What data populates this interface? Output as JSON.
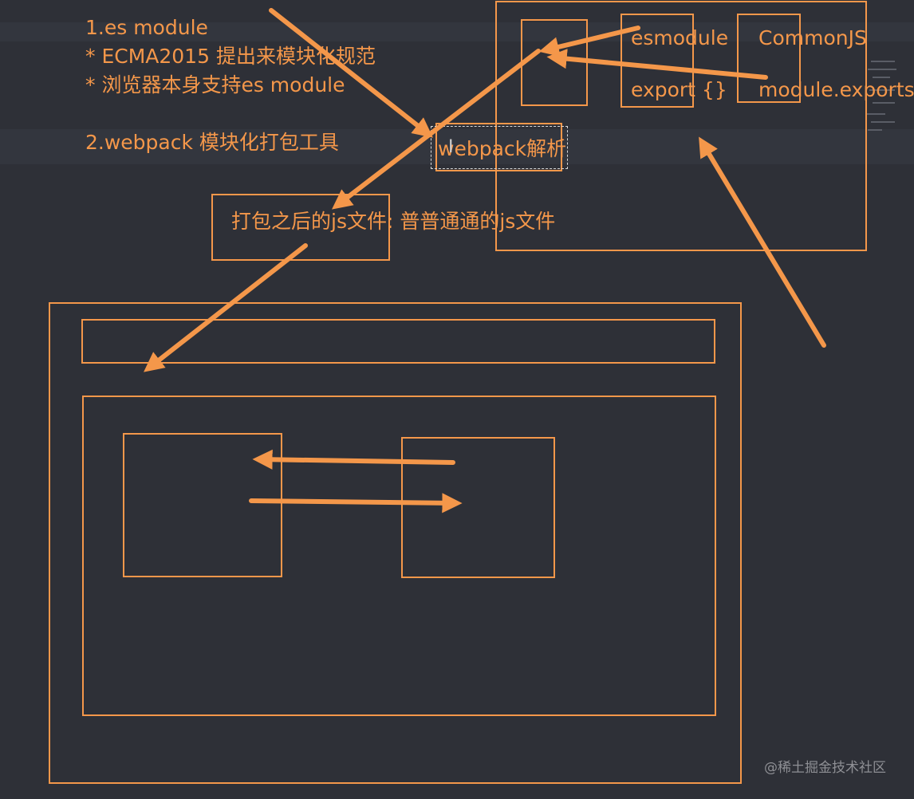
{
  "notes": {
    "line1": "1.es module",
    "line2": "* ECMA2015 提出来模块化规范",
    "line3": "* 浏览器本身支持es module",
    "line4": "2.webpack 模块化打包工具"
  },
  "top_diagram": {
    "esmodule_label": "esmodule",
    "export_label": "export {}",
    "commonjs_label": "CommonJS",
    "module_exports_label": "module.exports",
    "webpack_label": "webpack解析"
  },
  "bundle_box": {
    "label": "打包之后的js文件: 普普通通的js文件"
  },
  "watermark": "@稀土掘金技术社区",
  "colors": {
    "background": "#2e3037",
    "stroke": "#f4974a"
  }
}
